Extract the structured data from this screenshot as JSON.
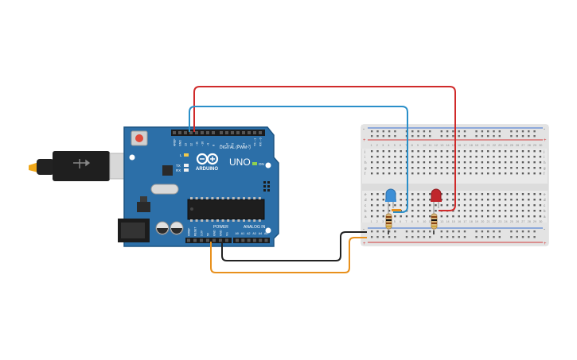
{
  "board": {
    "logo_text": "ARDUINO",
    "model": "UNO",
    "digital_header": "DIGITAL (PWM~)",
    "power_header": "POWER",
    "analog_header": "ANALOG IN",
    "on_label": "ON",
    "tx_label": "TX",
    "rx_label": "RX",
    "l_label": "L",
    "ioref_pins": [
      "AREF",
      "GND",
      "13",
      "12",
      "~11",
      "~10",
      "~9",
      "8"
    ],
    "digital_pins": [
      "7",
      "~6",
      "~5",
      "4",
      "~3",
      "2",
      "TX→1",
      "RX←0"
    ],
    "power_pins": [
      "IOREF",
      "RESET",
      "3.3V",
      "5V",
      "GND",
      "GND",
      "Vin"
    ],
    "analog_pins": [
      "A0",
      "A1",
      "A2",
      "A3",
      "A4",
      "A5"
    ]
  },
  "breadboard": {
    "columns": 30,
    "row_letters_top": [
      "j",
      "i",
      "h",
      "g",
      "f"
    ],
    "row_letters_bottom": [
      "e",
      "d",
      "c",
      "b",
      "a"
    ],
    "rail_plus": "+",
    "rail_minus": "-"
  },
  "components": {
    "led_blue": {
      "color": "#3d8fd6"
    },
    "led_red": {
      "color": "#c0262c"
    }
  },
  "wires": {
    "red": "#d02a2a",
    "blue": "#2a8fc9",
    "black": "#222222",
    "orange": "#e8901c"
  }
}
